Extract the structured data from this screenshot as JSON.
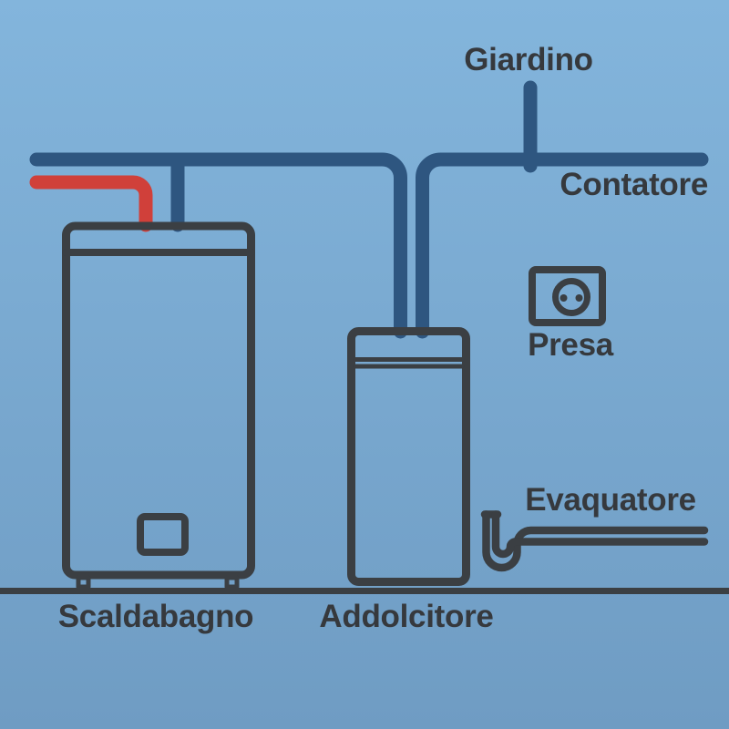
{
  "diagram": {
    "description": "Household water system schematic",
    "labels": {
      "garden": "Giardino",
      "meter": "Contatore",
      "socket": "Presa",
      "drain": "Evaquatore",
      "heater": "Scaldabagno",
      "softener": "Addolcitore"
    }
  },
  "colors": {
    "bg_top": "#83b5dc",
    "bg_bottom": "#6f9cc3",
    "cold_pipe": "#2e5680",
    "hot_pipe": "#d0403a",
    "outline": "#3b3f43",
    "text": "#36393d"
  }
}
